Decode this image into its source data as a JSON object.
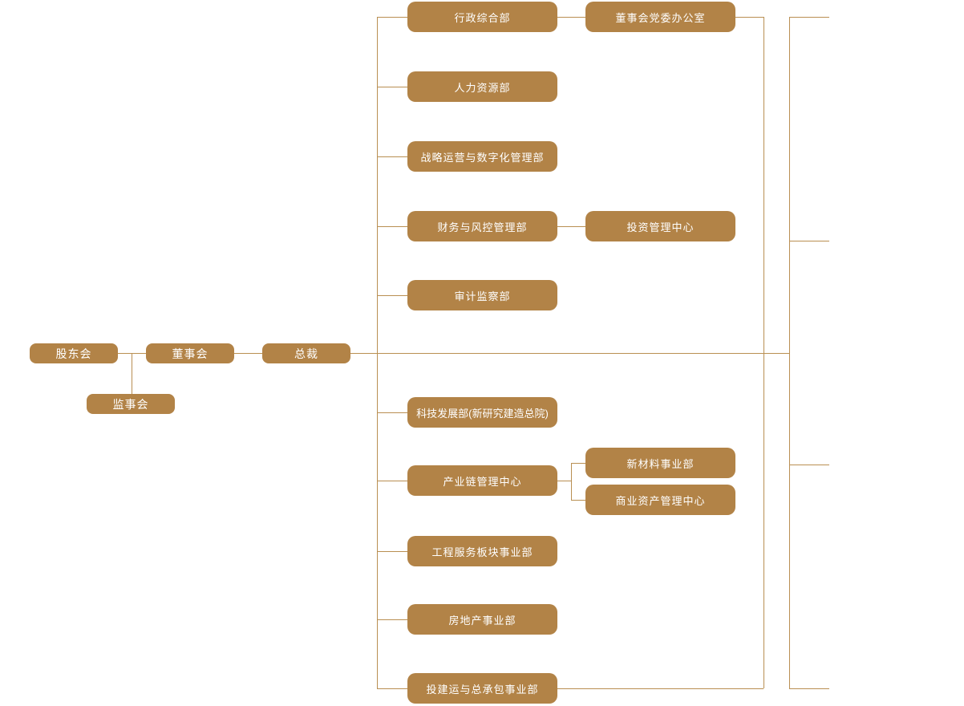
{
  "diagram": {
    "type": "org-chart",
    "colors": {
      "node_fill": "#b28347",
      "node_text": "#ffffff",
      "connector_line": "#b98f52",
      "background": "#ffffff"
    },
    "nodes": {
      "shareholders": {
        "label": "股东会"
      },
      "board": {
        "label": "董事会"
      },
      "president": {
        "label": "总裁"
      },
      "supervisory": {
        "label": "监事会"
      },
      "admin": {
        "label": "行政综合部"
      },
      "party_office": {
        "label": "董事会党委办公室"
      },
      "hr": {
        "label": "人力资源部"
      },
      "strategy": {
        "label": "战略运营与数字化管理部"
      },
      "finance": {
        "label": "财务与风控管理部"
      },
      "investment": {
        "label": "投资管理中心"
      },
      "audit": {
        "label": "审计监察部"
      },
      "tech": {
        "label": "科技发展部(新研究建造总院)"
      },
      "industry_chain": {
        "label": "产业链管理中心"
      },
      "new_materials": {
        "label": "新材料事业部"
      },
      "commercial_assets": {
        "label": "商业资产管理中心"
      },
      "engineering": {
        "label": "工程服务板块事业部"
      },
      "real_estate": {
        "label": "房地产事业部"
      },
      "invest_build_epc": {
        "label": "投建运与总承包事业部"
      }
    },
    "edges": [
      {
        "from": "shareholders",
        "to": "board"
      },
      {
        "from": "shareholders",
        "to": "supervisory"
      },
      {
        "from": "board",
        "to": "president"
      },
      {
        "from": "president",
        "to": "admin"
      },
      {
        "from": "president",
        "to": "hr"
      },
      {
        "from": "president",
        "to": "strategy"
      },
      {
        "from": "president",
        "to": "finance"
      },
      {
        "from": "president",
        "to": "audit"
      },
      {
        "from": "president",
        "to": "tech"
      },
      {
        "from": "president",
        "to": "industry_chain"
      },
      {
        "from": "president",
        "to": "engineering"
      },
      {
        "from": "president",
        "to": "real_estate"
      },
      {
        "from": "president",
        "to": "invest_build_epc"
      },
      {
        "from": "admin",
        "to": "party_office"
      },
      {
        "from": "finance",
        "to": "investment"
      },
      {
        "from": "industry_chain",
        "to": "new_materials"
      },
      {
        "from": "industry_chain",
        "to": "commercial_assets"
      }
    ]
  }
}
